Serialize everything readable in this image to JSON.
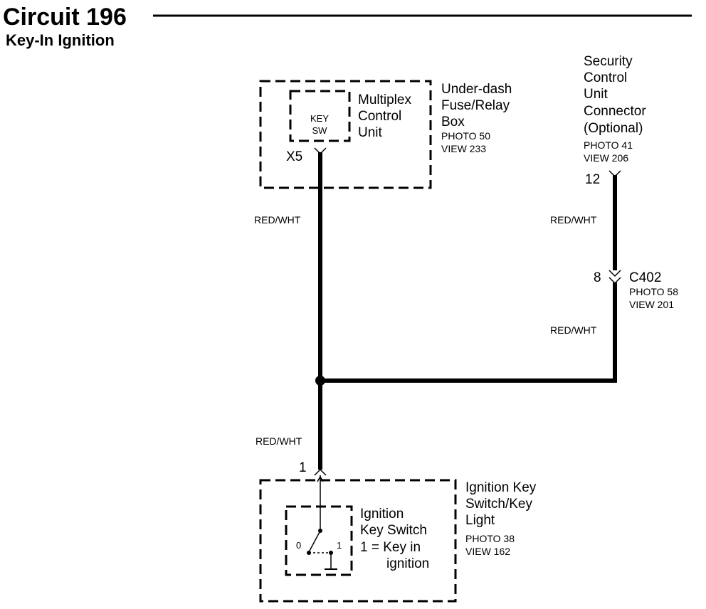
{
  "header": {
    "title": "Circuit 196",
    "subtitle": "Key-In Ignition"
  },
  "components": {
    "multiplex_unit": {
      "name_lines": [
        "Multiplex",
        "Control",
        "Unit"
      ],
      "inner_label_lines": [
        "KEY",
        "SW"
      ],
      "pin": "X5"
    },
    "fuse_box": {
      "name_lines": [
        "Under-dash",
        "Fuse/Relay",
        "Box"
      ],
      "ref_lines": [
        "PHOTO 50",
        "VIEW 233"
      ]
    },
    "security_unit": {
      "name_lines": [
        "Security",
        "Control",
        "Unit",
        "Connector",
        "(Optional)"
      ],
      "ref_lines": [
        "PHOTO 41",
        "VIEW 206"
      ],
      "pin": "12"
    },
    "connector_c402": {
      "name": "C402",
      "pin": "8",
      "ref_lines": [
        "PHOTO 58",
        "VIEW 201"
      ]
    },
    "ignition_switch": {
      "name_lines": [
        "Ignition Key",
        "Switch/Key",
        "Light"
      ],
      "ref_lines": [
        "PHOTO 38",
        "VIEW 162"
      ],
      "pin": "1",
      "inner_lines": [
        "Ignition",
        "Key Switch",
        "1 = Key in",
        "ignition"
      ],
      "pos_off": "0",
      "pos_on": "1"
    }
  },
  "wires": {
    "left_upper": "RED/WHT",
    "right_upper": "RED/WHT",
    "right_lower": "RED/WHT",
    "left_lower": "RED/WHT"
  }
}
